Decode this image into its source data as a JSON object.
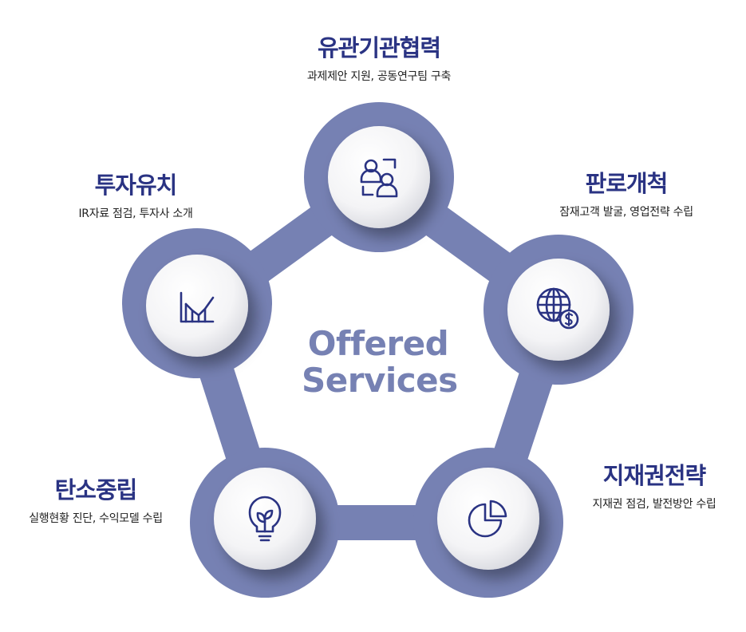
{
  "colors": {
    "ring": "#7681b3",
    "title": "#2a3383",
    "icon": "#2a3383",
    "center_text": "#7681b3"
  },
  "center": {
    "line1": "Offered",
    "line2": "Services"
  },
  "nodes": [
    {
      "id": "top",
      "title": "유관기관협력",
      "desc": "과제제안 지원, 공동연구팀 구축",
      "icon": "people-icon"
    },
    {
      "id": "right",
      "title": "판로개척",
      "desc": "잠재고객 발굴, 영업전략 수립",
      "icon": "globe-dollar-icon"
    },
    {
      "id": "bottom-right",
      "title": "지재권전략",
      "desc": "지재권 점검, 발전방안 수립",
      "icon": "pie-chart-icon"
    },
    {
      "id": "bottom-left",
      "title": "탄소중립",
      "desc": "실행현황 진단, 수익모델 수립",
      "icon": "lightbulb-leaf-icon"
    },
    {
      "id": "left",
      "title": "투자유치",
      "desc": "IR자료 점검, 투자사 소개",
      "icon": "bar-chart-icon"
    }
  ]
}
